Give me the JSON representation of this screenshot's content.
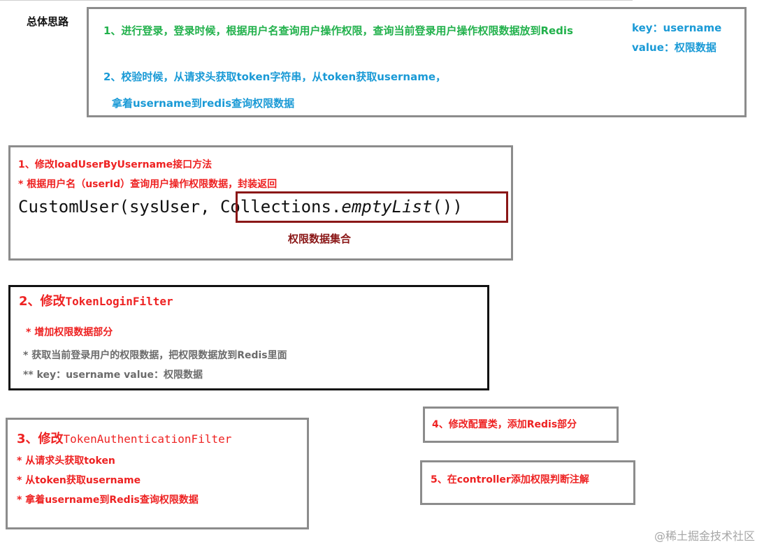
{
  "overview": {
    "title": "总体思路",
    "step1": "1、进行登录，登录时候，根据用户名查询用户操作权限，查询当前登录用户操作权限数据放到Redis",
    "key_label": "key：username",
    "value_label": "value：权限数据",
    "step2": "2、校验时候，从请求头获取token字符串，从token获取username，",
    "step2_cont": "拿着username到redis查询权限数据"
  },
  "box1": {
    "heading": "1、修改loadUserByUsername接口方法",
    "sub": "* 根据用户名（userId）查询用户操作权限数据，封装返回",
    "code_prefix": "CustomUser(sysUser, ",
    "code_coll": "Collections.",
    "code_method": "emptyList",
    "code_end": "())",
    "caption": "权限数据集合"
  },
  "box2": {
    "heading_prefix": "2、修改",
    "heading_class": "TokenLoginFilter",
    "item1": "* 增加权限数据部分",
    "item2": "* 获取当前登录用户的权限数据，把权限数据放到Redis里面",
    "item3": "** key：username   value：权限数据"
  },
  "box3": {
    "heading_prefix": "3、修改",
    "heading_class": "TokenAuthenticationFilter",
    "item1": "* 从请求头获取token",
    "item2": "* 从token获取username",
    "item3": "* 拿着username到Redis查询权限数据"
  },
  "box4": {
    "text": "4、修改配置类，添加Redis部分"
  },
  "box5": {
    "text": "5、在controller添加权限判断注解"
  },
  "watermark": "@稀土掘金技术社区"
}
